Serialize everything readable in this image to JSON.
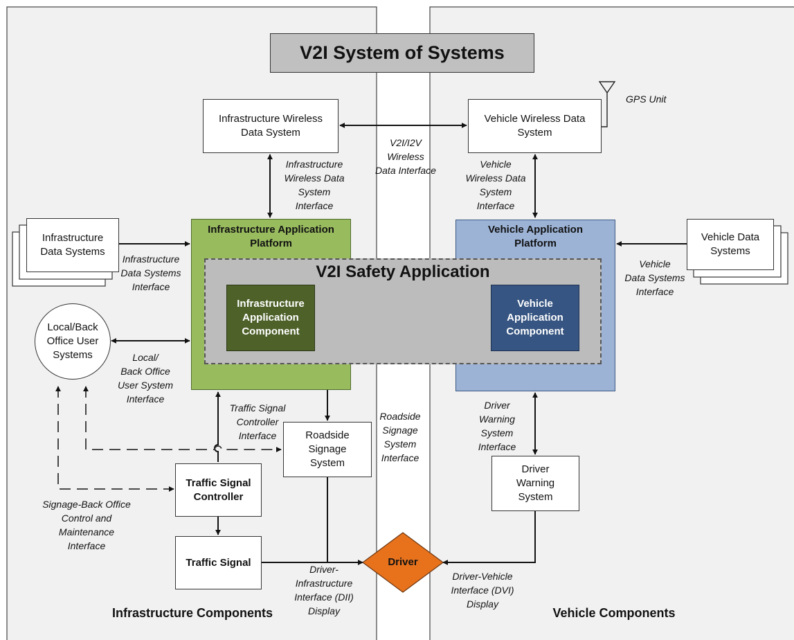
{
  "title": "V2I System of Systems",
  "safety_application": "V2I Safety Application",
  "colors": {
    "infra_platform": "#98bb5e",
    "infra_component": "#4e6129",
    "vehicle_platform": "#9cb3d6",
    "vehicle_component": "#365582",
    "safety_band": "#bcbcbc",
    "title_fill": "#c0c0c0",
    "driver": "#e8721c",
    "panel": "#f1f1f1"
  },
  "nodes": {
    "infra_wireless": "Infrastructure Wireless\nData System",
    "vehicle_wireless": "Vehicle Wireless Data\nSystem",
    "gps": "GPS Unit",
    "infra_data": "Infrastructure\nData Systems",
    "vehicle_data": "Vehicle Data\nSystems",
    "infra_platform": "Infrastructure Application\nPlatform",
    "vehicle_platform": "Vehicle Application\nPlatform",
    "infra_component": "Infrastructure\nApplication\nComponent",
    "vehicle_component": "Vehicle\nApplication\nComponent",
    "local_back_office": "Local/Back\nOffice User\nSystems",
    "roadside_signage": "Roadside\nSignage\nSystem",
    "traffic_signal_controller": "Traffic Signal\nController",
    "traffic_signal": "Traffic Signal",
    "driver_warning": "Driver\nWarning\nSystem",
    "driver": "Driver"
  },
  "interfaces": {
    "v2i_wireless": "V2I/I2V\nWireless\nData Interface",
    "infra_wireless_if": "Infrastructure\nWireless Data\nSystem\nInterface",
    "vehicle_wireless_if": "Vehicle\nWireless Data\nSystem\nInterface",
    "infra_data_if": "Infrastructure\nData Systems\nInterface",
    "vehicle_data_if": "Vehicle\nData Systems\nInterface",
    "local_back_office_if": "Local/\nBack Office\nUser System\nInterface",
    "traffic_signal_controller_if": "Traffic Signal\nController\nInterface",
    "roadside_signage_if": "Roadside\nSignage\nSystem\nInterface",
    "driver_warning_if": "Driver\nWarning\nSystem\nInterface",
    "signage_back_office_if": "Signage-Back Office\nControl and\nMaintenance\nInterface",
    "dii": "Driver-\nInfrastructure\nInterface (DII)\nDisplay",
    "dvi": "Driver-Vehicle\nInterface (DVI)\nDisplay"
  },
  "footer": {
    "infra": "Infrastructure Components",
    "vehicle": "Vehicle Components"
  }
}
